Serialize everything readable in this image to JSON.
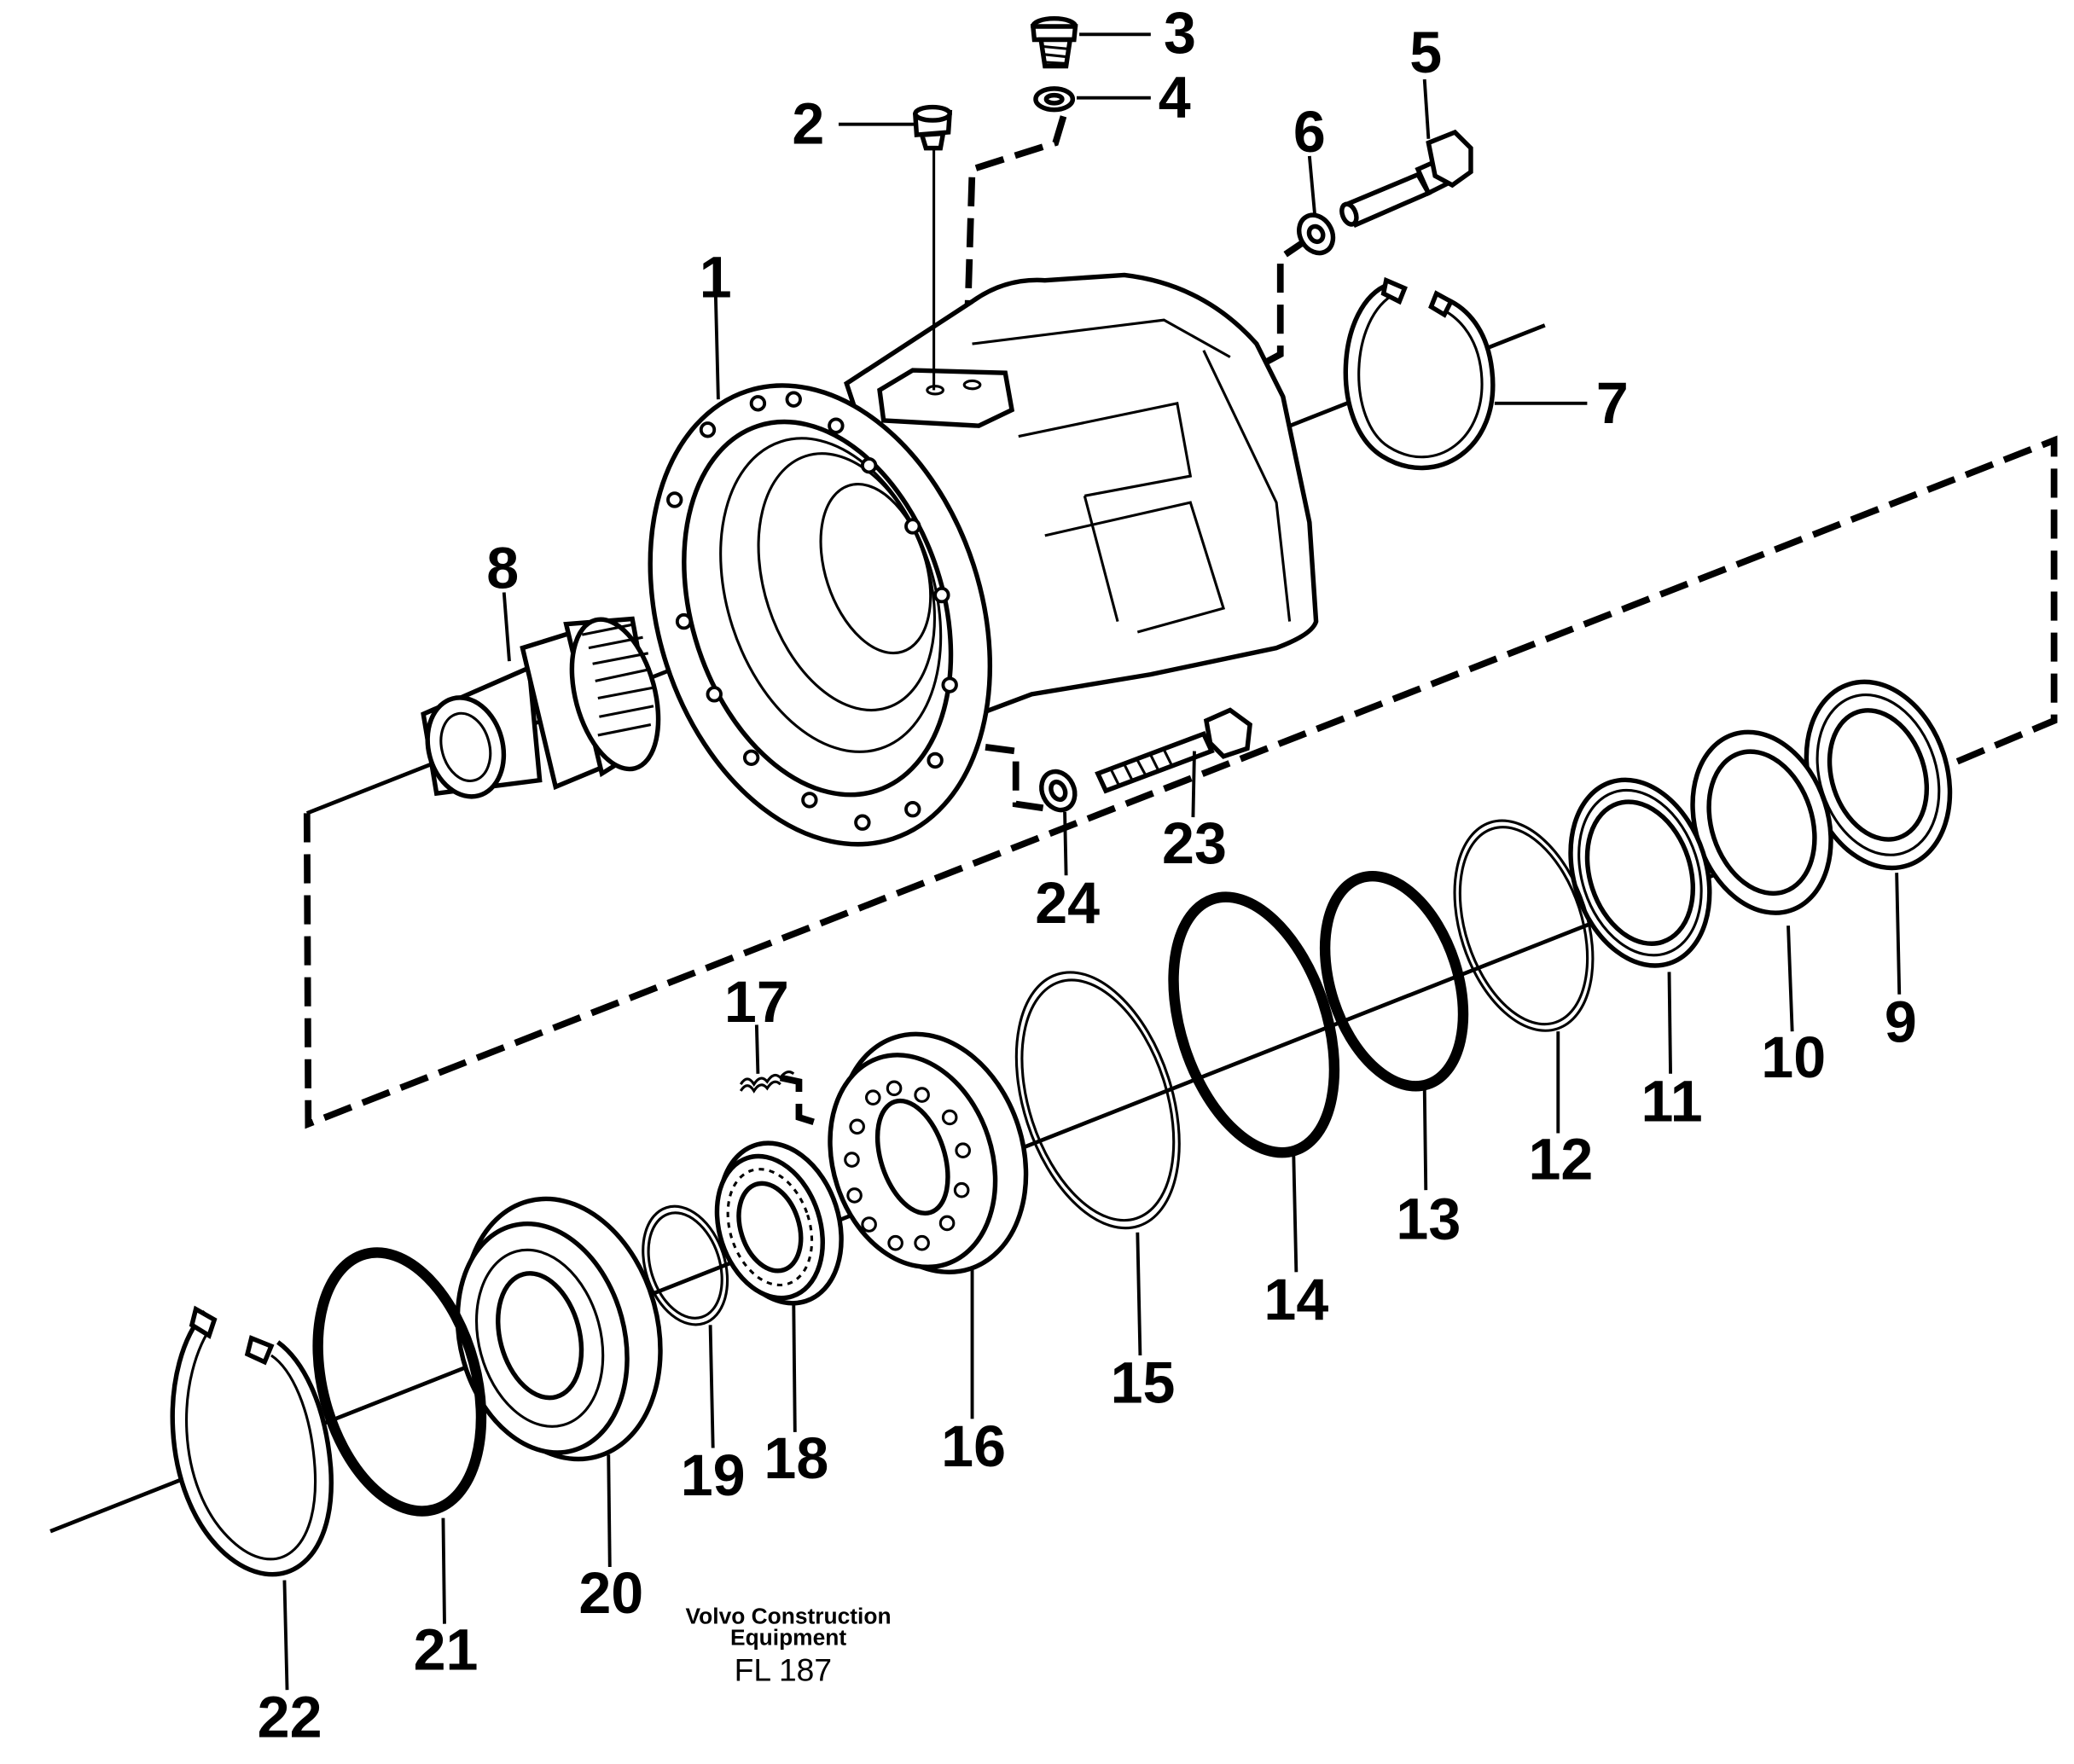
{
  "parts": [
    {
      "number": "1"
    },
    {
      "number": "2"
    },
    {
      "number": "3"
    },
    {
      "number": "4"
    },
    {
      "number": "5"
    },
    {
      "number": "6"
    },
    {
      "number": "7"
    },
    {
      "number": "8"
    },
    {
      "number": "9"
    },
    {
      "number": "10"
    },
    {
      "number": "11"
    },
    {
      "number": "12"
    },
    {
      "number": "13"
    },
    {
      "number": "14"
    },
    {
      "number": "15"
    },
    {
      "number": "16"
    },
    {
      "number": "17"
    },
    {
      "number": "18"
    },
    {
      "number": "19"
    },
    {
      "number": "20"
    },
    {
      "number": "21"
    },
    {
      "number": "22"
    },
    {
      "number": "23"
    },
    {
      "number": "24"
    }
  ],
  "footer": {
    "brand_line1": "Volvo Construction",
    "brand_line2": "Equipment",
    "drawing_code": "FL 187"
  }
}
